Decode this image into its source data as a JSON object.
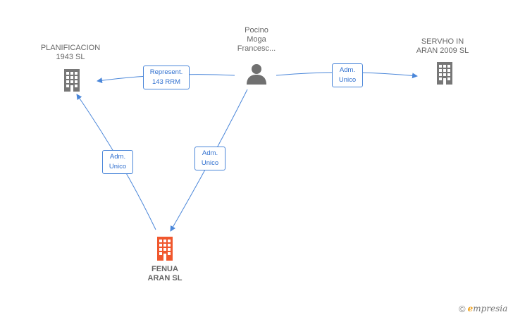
{
  "colors": {
    "edge": "#4a86d9",
    "building_gray": "#777777",
    "building_focus": "#f0572d",
    "person": "#707070"
  },
  "nodes": {
    "planificacion": {
      "lines": [
        "PLANIFICACION",
        "1943 SL"
      ],
      "icon": "building-icon"
    },
    "person": {
      "lines": [
        "Pocino",
        "Moga",
        "Francesc..."
      ],
      "icon": "person-icon"
    },
    "servho": {
      "lines": [
        "SERVHO IN",
        "ARAN 2009 SL"
      ],
      "icon": "building-icon"
    },
    "fenua": {
      "lines": [
        "FENUA",
        "ARAN SL"
      ],
      "icon": "building-icon"
    }
  },
  "edges": {
    "person_planificacion": {
      "lines": [
        "Represent.",
        "143 RRM"
      ]
    },
    "person_servho": {
      "lines": [
        "Adm.",
        "Unico"
      ]
    },
    "person_fenua": {
      "lines": [
        "Adm.",
        "Unico"
      ]
    },
    "fenua_planificacion": {
      "lines": [
        "Adm.",
        "Unico"
      ]
    }
  },
  "brand": {
    "copyright": "©",
    "name_initial": "e",
    "name_rest": "mpresia"
  }
}
